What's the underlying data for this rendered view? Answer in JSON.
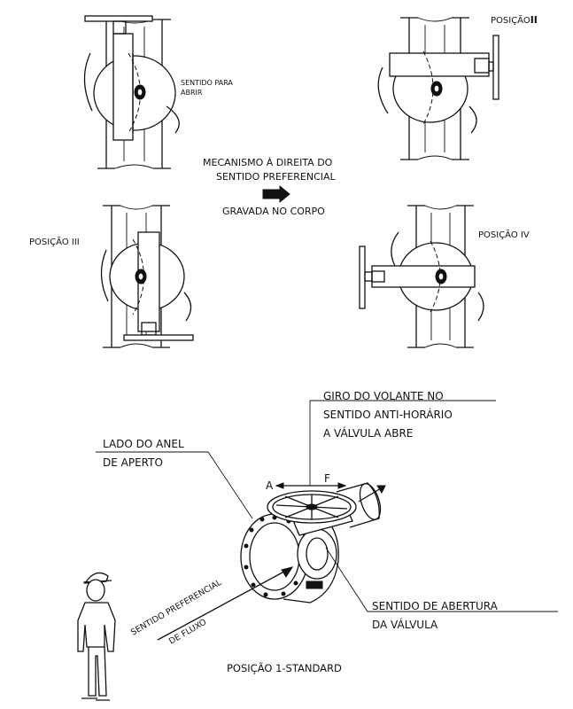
{
  "labels": {
    "sentido_para": "SENTIDO PARA",
    "abrir": "ABRIR",
    "posicao_2_prefix": "POSIÇÃO",
    "posicao_2_numeral": "II",
    "mecanismo_line1": "MECANISMO À DIREITA DO",
    "mecanismo_line2": "SENTIDO PREFERENCIAL",
    "gravada": "GRAVADA NO CORPO",
    "posicao_3": "POSIÇÃO III",
    "posicao_4": "POSIÇÃO IV",
    "giro_line1": "GIRO DO VOLANTE NO",
    "giro_line2": "SENTIDO ANTI-HORÁRIO",
    "giro_line3": "A VÁLVULA ABRE",
    "lado_line1": "LADO DO ANEL",
    "lado_line2": "DE APERTO",
    "letter_a": "A",
    "letter_f": "F",
    "sentido_pref_line1": "SENTIDO PREFERENCIAL",
    "sentido_pref_line2": "DE FLUXO",
    "abertura_line1": "SENTIDO DE ABERTURA",
    "abertura_line2": "DA VÁLVULA",
    "posicao_1": "POSIÇÃO 1-STANDARD"
  }
}
